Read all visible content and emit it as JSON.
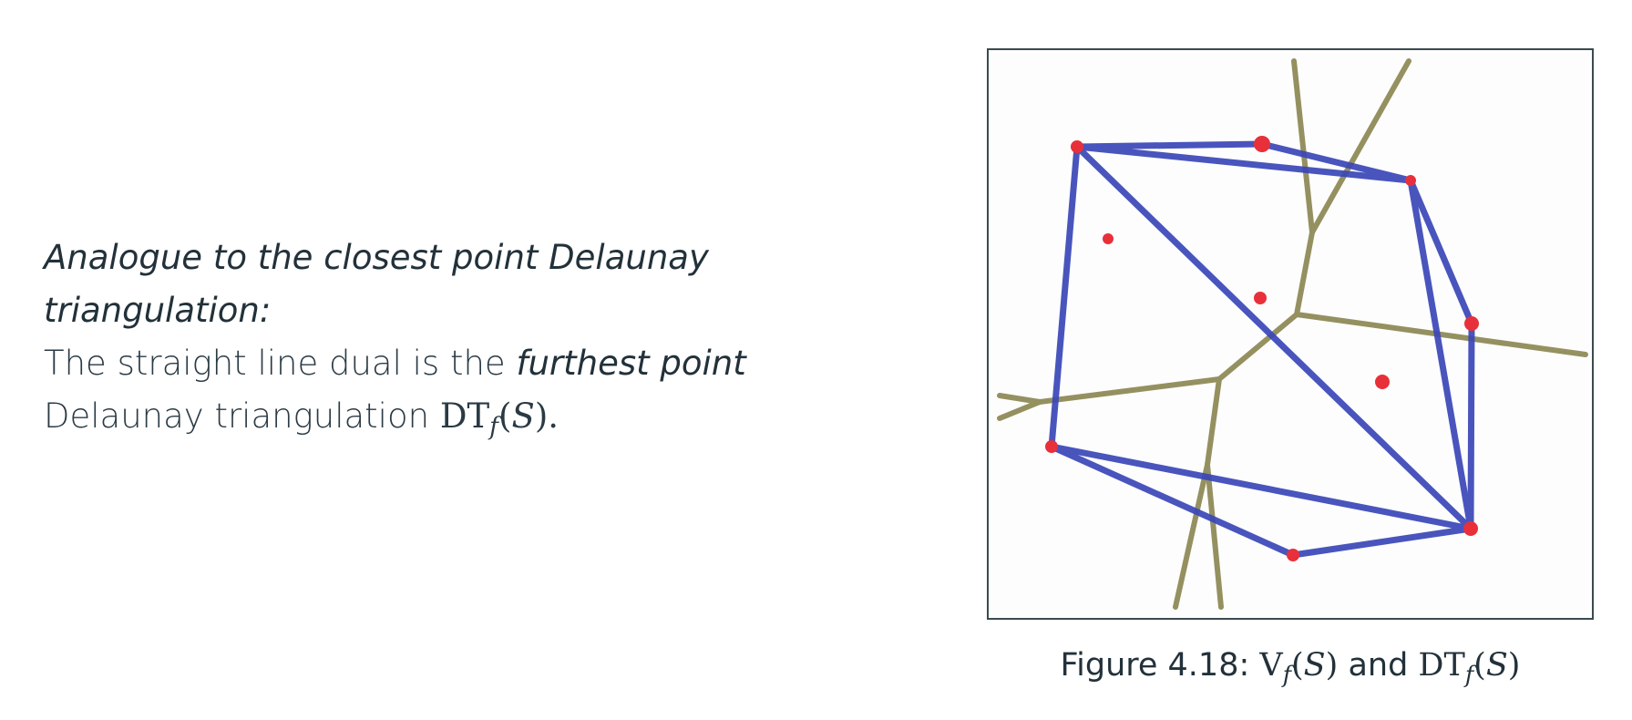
{
  "slide": {
    "heading_line1": "Analogue to the closest point Delaunay",
    "heading_line2": "triangulation:",
    "body_prefix": "The straight line dual is the ",
    "body_emphasis": "furthest point",
    "body_line2_text": "Delaunay triangulation ",
    "math_dt": "DT",
    "math_sub": "f",
    "math_open": "(",
    "math_S": "S",
    "math_close": ").",
    "caption_label": "Figure 4.18:",
    "caption_v": "V",
    "caption_sub": "f",
    "caption_open": "(",
    "caption_S": "S",
    "caption_close": ")",
    "caption_and": " and ",
    "caption_dt": "DT",
    "caption_sub2": "f",
    "caption_open2": "(",
    "caption_S2": "S",
    "caption_close2": ")"
  },
  "figure": {
    "colors": {
      "triangulation_edges": "#3a47b8",
      "voronoi_edges": "#8a8550",
      "points": "#e8303a"
    }
  }
}
